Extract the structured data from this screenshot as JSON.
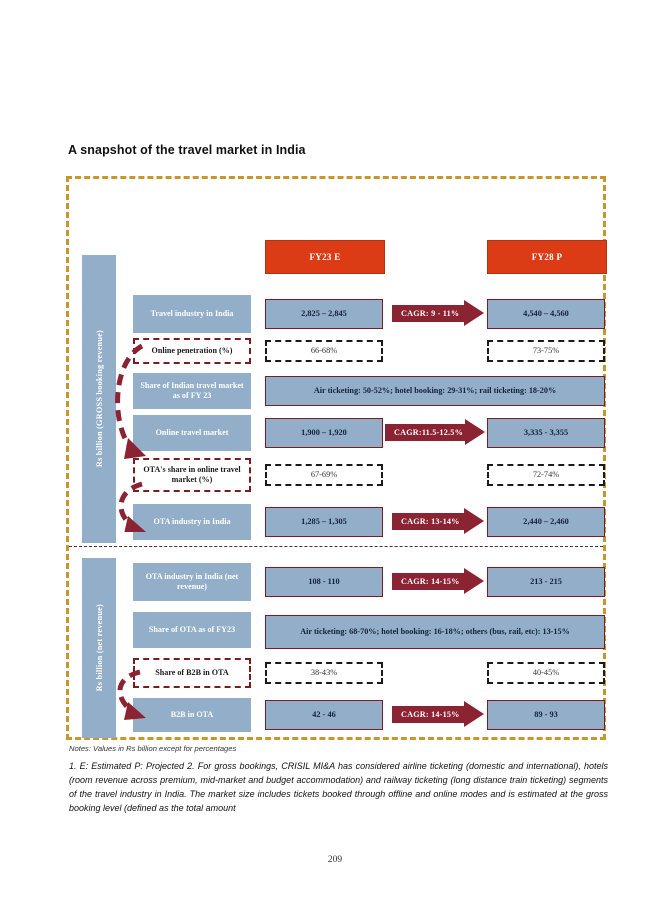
{
  "title": "A snapshot of the travel market in India",
  "axis": {
    "gross": "Rs billion (GROSS booking revenue)",
    "net": "Rs billion (net revenue)"
  },
  "headers": {
    "left": "FY23 E",
    "right": "FY28 P"
  },
  "colors": {
    "header_orange": "#DB3C15",
    "box_blue": "#92AEC8",
    "arrow_maroon": "#8B2332",
    "frame_gold": "#C8962A",
    "border_dark_red": "#7B1C22"
  },
  "sections": [
    {
      "name": "gross",
      "rows": [
        {
          "label": "Travel industry in India",
          "type": "value",
          "fy23": "2,825 – 2,845",
          "cagr": "CAGR: 9 - 11%",
          "fy28": "4,540 – 4,560"
        },
        {
          "label": "Online penetration (%)",
          "type": "percent",
          "fy23": "66-68%",
          "fy28": "73-75%"
        },
        {
          "label": "Share of Indian travel market as of FY 23",
          "type": "full",
          "full": "Air ticketing: 50-52%; hotel booking: 29-31%; rail ticketing: 18-20%"
        },
        {
          "label": "Online travel market",
          "type": "value",
          "fy23": "1,900 – 1,920",
          "cagr": "CAGR:11.5-12.5%",
          "fy28": "3,335 - 3,355"
        },
        {
          "label": "OTA's share in online travel market (%)",
          "type": "percent",
          "fy23": "67-69%",
          "fy28": "72-74%"
        },
        {
          "label": "OTA industry in India",
          "type": "value",
          "fy23": "1,285 – 1,305",
          "cagr": "CAGR: 13-14%",
          "fy28": "2,440 – 2,460"
        }
      ]
    },
    {
      "name": "net",
      "rows": [
        {
          "label": "OTA industry in India (net revenue)",
          "type": "value",
          "fy23": "108 - 110",
          "cagr": "CAGR: 14-15%",
          "fy28": "213 - 215"
        },
        {
          "label": "Share of OTA as of FY23",
          "type": "full",
          "full": "Air ticketing: 68-70%; hotel booking: 16-18%; others (bus, rail, etc): 13-15%"
        },
        {
          "label": "Share of B2B in OTA",
          "type": "percent",
          "fy23": "38-43%",
          "fy28": "40-45%"
        },
        {
          "label": "B2B in OTA",
          "type": "value",
          "fy23": "42 - 46",
          "cagr": "CAGR: 14-15%",
          "fy28": "89 - 93"
        }
      ]
    }
  ],
  "notes": {
    "line1": "Notes: Values in Rs billion except for percentages",
    "body": "1. E: Estimated P: Projected 2. For gross bookings, CRISIL MI&A has considered airline ticketing (domestic and international), hotels (room revenue across premium, mid-market and budget accommodation) and railway ticketing (long distance train ticketing) segments of the travel industry in India. The market size includes tickets booked through offline and online modes and is estimated at the gross booking level (defined as the total amount"
  },
  "page_number": "209",
  "chart_data": {
    "type": "table",
    "title": "A snapshot of the travel market in India",
    "categories": [
      "FY23 E",
      "FY28 P"
    ],
    "series": [
      {
        "name": "Travel industry in India (Rs bn, gross)",
        "values": [
          "2,825 – 2,845",
          "4,540 – 4,560"
        ],
        "cagr": "9 - 11%"
      },
      {
        "name": "Online penetration (%)",
        "values": [
          "66-68%",
          "73-75%"
        ]
      },
      {
        "name": "Share of Indian travel market as of FY 23",
        "values": [
          "Air ticketing: 50-52%; hotel booking: 29-31%; rail ticketing: 18-20%"
        ]
      },
      {
        "name": "Online travel market (Rs bn, gross)",
        "values": [
          "1,900 – 1,920",
          "3,335 - 3,355"
        ],
        "cagr": "11.5-12.5%"
      },
      {
        "name": "OTA's share in online travel market (%)",
        "values": [
          "67-69%",
          "72-74%"
        ]
      },
      {
        "name": "OTA industry in India (Rs bn, gross)",
        "values": [
          "1,285 – 1,305",
          "2,440 – 2,460"
        ],
        "cagr": "13-14%"
      },
      {
        "name": "OTA industry in India (Rs bn, net revenue)",
        "values": [
          "108 - 110",
          "213 - 215"
        ],
        "cagr": "14-15%"
      },
      {
        "name": "Share of OTA as of FY23",
        "values": [
          "Air ticketing: 68-70%; hotel booking: 16-18%; others (bus, rail, etc): 13-15%"
        ]
      },
      {
        "name": "Share of B2B in OTA (%)",
        "values": [
          "38-43%",
          "40-45%"
        ]
      },
      {
        "name": "B2B in OTA (Rs bn, net revenue)",
        "values": [
          "42 - 46",
          "89 - 93"
        ],
        "cagr": "14-15%"
      }
    ],
    "xlabel": "",
    "ylabel": "Rs billion",
    "grid": false,
    "legend": "none"
  }
}
